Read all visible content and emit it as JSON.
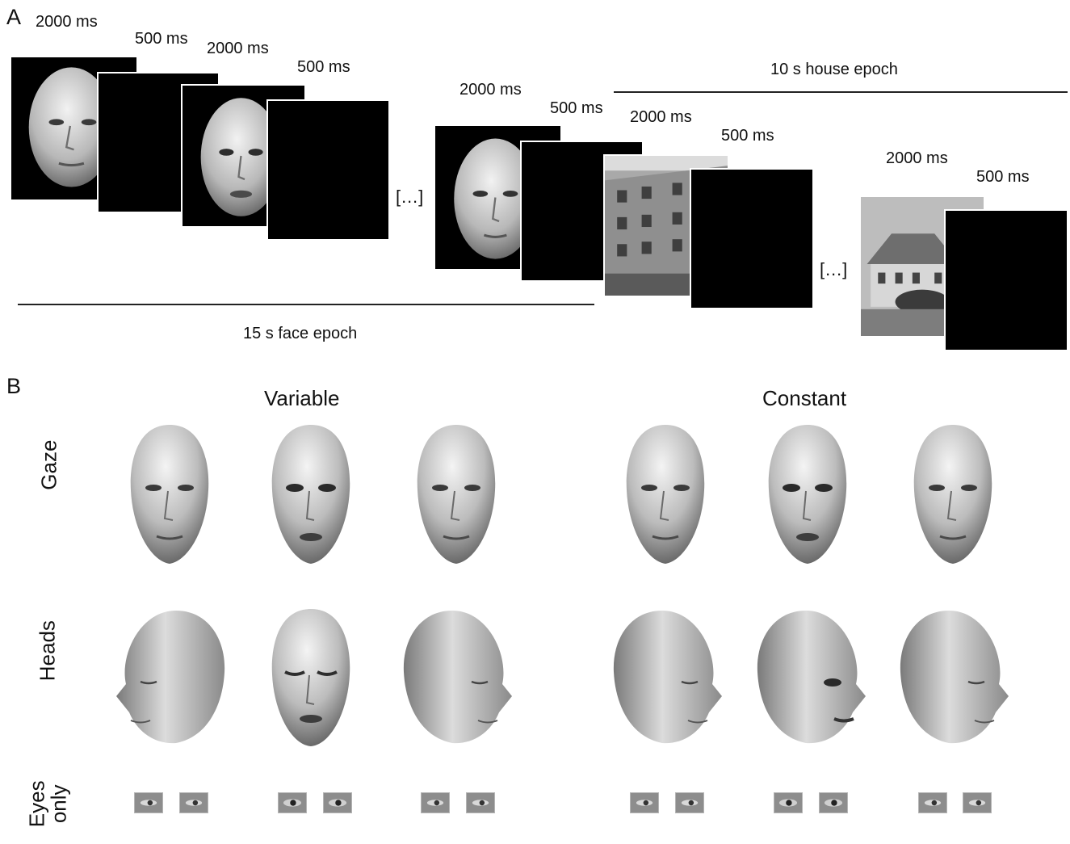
{
  "panel_a": {
    "label": "A",
    "durations": {
      "d2000": "2000 ms",
      "d500": "500 ms"
    },
    "ellipsis": "[…]",
    "face_epoch_label": "15 s face epoch",
    "house_epoch_label": "10 s house epoch"
  },
  "panel_b": {
    "label": "B",
    "column_variable": "Variable",
    "column_constant": "Constant",
    "row_gaze": "Gaze",
    "row_heads": "Heads",
    "row_eyes_line1": "Eyes",
    "row_eyes_line2": "only"
  },
  "colors": {
    "background": "#ffffff",
    "stimulus_black": "#000000",
    "skin_gray": "#bdbdbd",
    "line": "#222222"
  }
}
